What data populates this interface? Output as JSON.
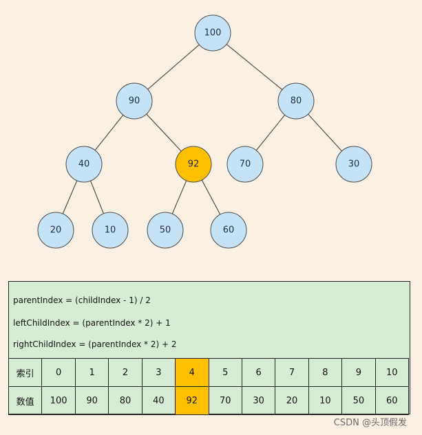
{
  "tree": {
    "nodes": [
      {
        "id": "n100",
        "label": "100",
        "highlight": false
      },
      {
        "id": "n90",
        "label": "90",
        "highlight": false
      },
      {
        "id": "n80",
        "label": "80",
        "highlight": false
      },
      {
        "id": "n40",
        "label": "40",
        "highlight": false
      },
      {
        "id": "n92",
        "label": "92",
        "highlight": true
      },
      {
        "id": "n70",
        "label": "70",
        "highlight": false
      },
      {
        "id": "n30",
        "label": "30",
        "highlight": false
      },
      {
        "id": "n20",
        "label": "20",
        "highlight": false
      },
      {
        "id": "n10",
        "label": "10",
        "highlight": false
      },
      {
        "id": "n50",
        "label": "50",
        "highlight": false
      },
      {
        "id": "n60",
        "label": "60",
        "highlight": false
      }
    ],
    "edges": [
      [
        "n100",
        "n90"
      ],
      [
        "n100",
        "n80"
      ],
      [
        "n90",
        "n40"
      ],
      [
        "n90",
        "n92"
      ],
      [
        "n80",
        "n70"
      ],
      [
        "n80",
        "n30"
      ],
      [
        "n40",
        "n20"
      ],
      [
        "n40",
        "n10"
      ],
      [
        "n92",
        "n50"
      ],
      [
        "n92",
        "n60"
      ]
    ]
  },
  "formulas": [
    "parentIndex = (childIndex - 1) / 2",
    "leftChildIndex = (parentIndex * 2) + 1",
    "rightChildIndex = (parentIndex * 2) + 2"
  ],
  "table": {
    "index_label": "索引",
    "value_label": "数值",
    "indices": [
      "0",
      "1",
      "2",
      "3",
      "4",
      "5",
      "6",
      "7",
      "8",
      "9",
      "10"
    ],
    "values": [
      "100",
      "90",
      "80",
      "40",
      "92",
      "70",
      "30",
      "20",
      "10",
      "50",
      "60"
    ],
    "highlight_index": 4
  },
  "watermark": "CSDN @头顶假发",
  "colors": {
    "node_fill": "#c5e3f7",
    "node_stroke": "#4a4a4a",
    "highlight_fill": "#ffc000",
    "edge": "#5b4a3a",
    "panel_bg": "#d7ecd5"
  }
}
